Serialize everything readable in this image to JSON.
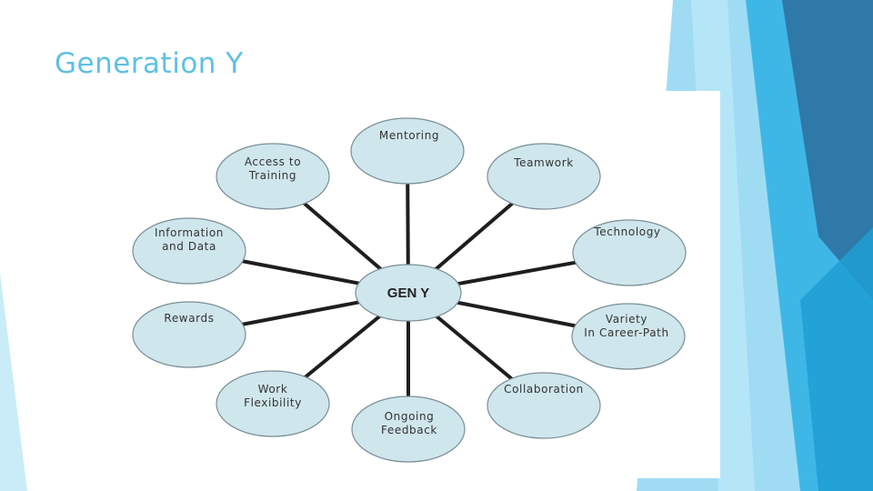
{
  "slide": {
    "title": "Generation Y"
  },
  "diagram": {
    "center": {
      "label": "GEN Y"
    },
    "nodes": [
      {
        "id": "mentoring",
        "lines": [
          "Mentoring"
        ]
      },
      {
        "id": "teamwork",
        "lines": [
          "Teamwork"
        ]
      },
      {
        "id": "technology",
        "lines": [
          "Technology"
        ]
      },
      {
        "id": "variety",
        "lines": [
          "Variety",
          "In Career-Path"
        ]
      },
      {
        "id": "collaboration",
        "lines": [
          "Collaboration"
        ]
      },
      {
        "id": "feedback",
        "lines": [
          "Ongoing",
          "Feedback"
        ]
      },
      {
        "id": "flexibility",
        "lines": [
          "Work",
          "Flexibility"
        ]
      },
      {
        "id": "rewards",
        "lines": [
          "Rewards"
        ]
      },
      {
        "id": "information",
        "lines": [
          "Information",
          "and Data"
        ]
      },
      {
        "id": "training",
        "lines": [
          "Access to",
          "Training"
        ]
      }
    ]
  },
  "colors": {
    "node_fill": "#cfe6ec",
    "node_stroke": "#7a8e96",
    "connector": "#1e1e1e",
    "title": "#5fc0e3"
  }
}
